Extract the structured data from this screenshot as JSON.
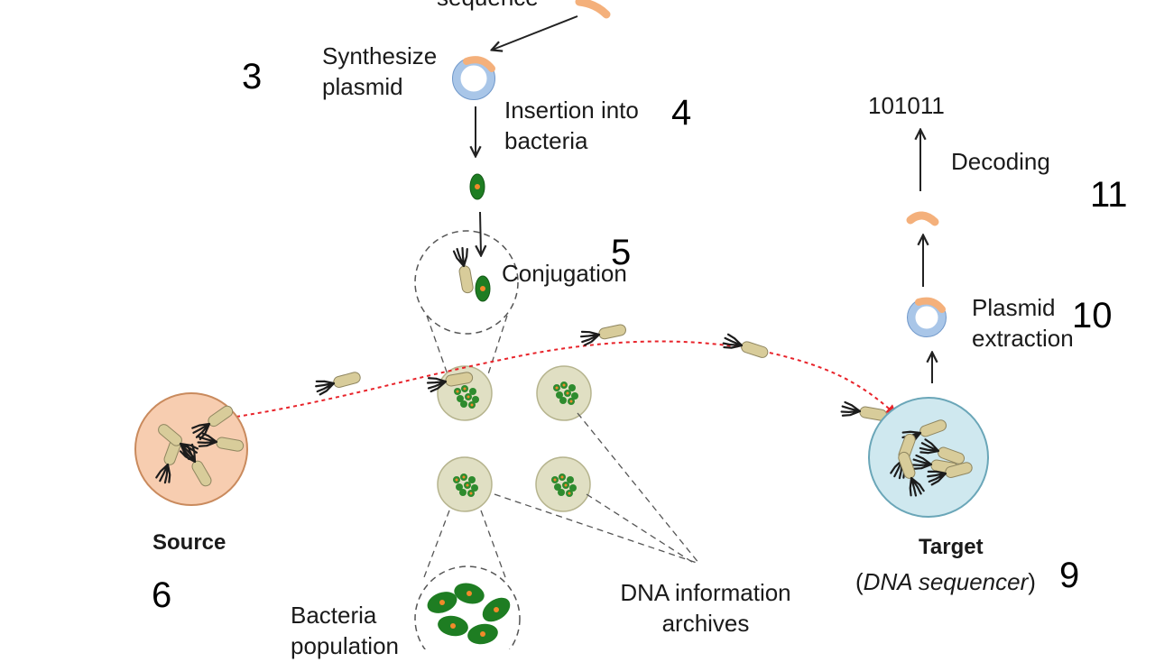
{
  "labels": {
    "sequence": "sequence",
    "synthesize": [
      "Synthesize",
      "plasmid"
    ],
    "insertion": [
      "Insertion into",
      "bacteria"
    ],
    "conjugation": "Conjugation",
    "decoding": "Decoding",
    "binary": "101011",
    "plasmid_extraction": [
      "Plasmid",
      "extraction"
    ],
    "source": "Source",
    "target": "Target",
    "target_sub_open": "(",
    "target_sub": "DNA sequencer",
    "target_sub_close": ")",
    "dna_archives": [
      "DNA information",
      "archives"
    ],
    "bacteria_population": [
      "Bacteria",
      "population"
    ]
  },
  "step_numbers": {
    "synthesize": "3",
    "insertion": "4",
    "conjugation": "5",
    "source": "6",
    "target": "9",
    "extraction": "10",
    "decoding": "11"
  },
  "colors": {
    "plasmid_ring": "#a9c6e8",
    "plasmid_ring_edge": "#6f97c9",
    "insert": "#f4b07b",
    "bacterium_green": "#1e7d22",
    "bacterium_core": "#f28a2a",
    "phage_body": "#d8cc9a",
    "phage_tail": "#1c1c1c",
    "source_fill": "#f7cdb0",
    "source_edge": "#c98a5d",
    "target_fill": "#cfe8ef",
    "target_edge": "#6aa6b8",
    "dish_fill": "#e0dfc3",
    "dish_edge": "#b6b48e",
    "red_path": "#e8232a",
    "arrow": "#222222",
    "dashed": "#555555"
  },
  "icons": [
    "plasmid-icon",
    "dna-insert-icon",
    "bacterium-icon",
    "phage-icon",
    "petri-dish-icon",
    "source-colony-icon",
    "target-colony-icon"
  ]
}
